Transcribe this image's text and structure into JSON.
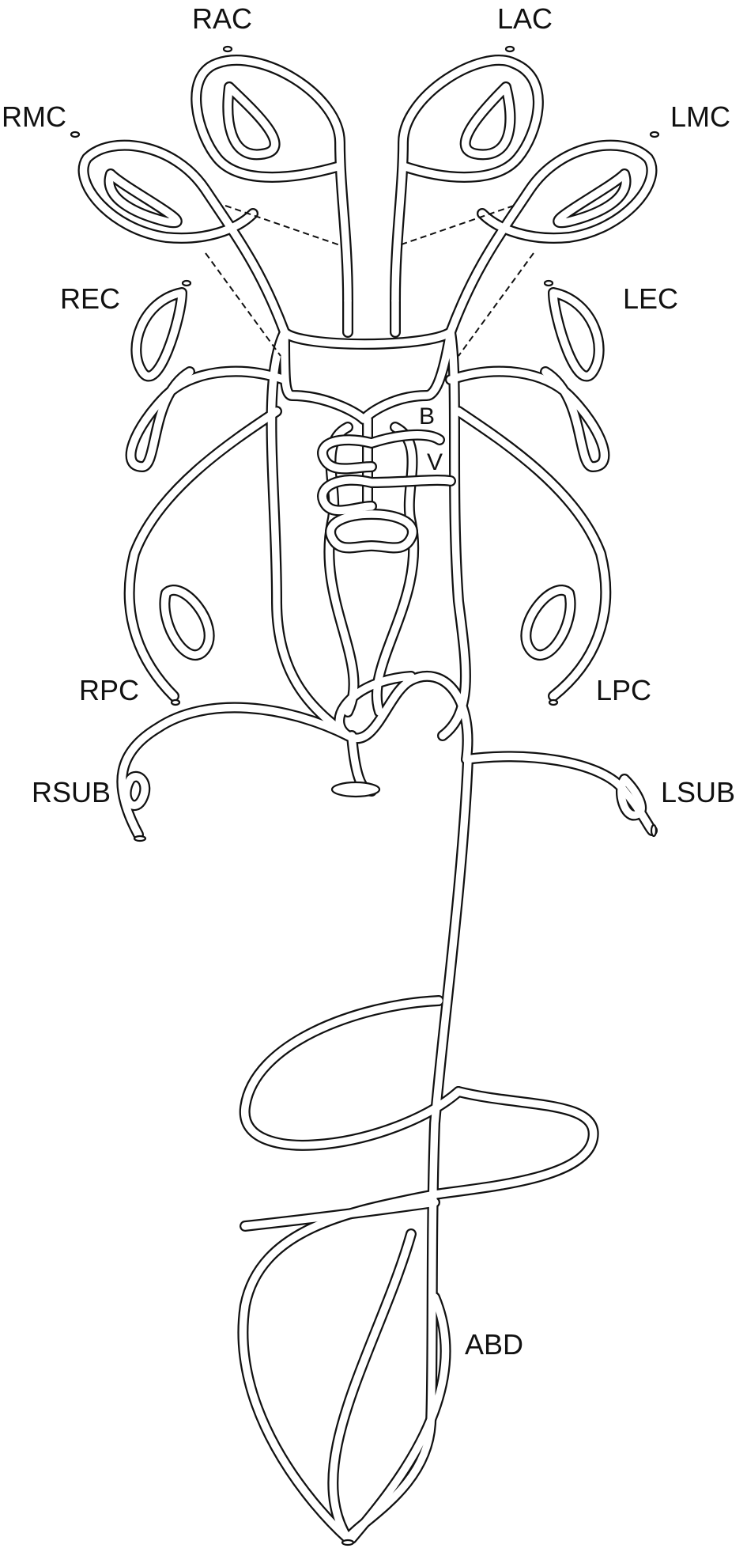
{
  "diagram": {
    "labels": {
      "rac": "RAC",
      "lac": "LAC",
      "rmc": "RMC",
      "lmc": "LMC",
      "rec": "REC",
      "lec": "LEC",
      "b": "B",
      "v": "V",
      "rpc": "RPC",
      "lpc": "LPC",
      "rsub": "RSUB",
      "lsub": "LSUB",
      "abd": "ABD"
    },
    "colors": {
      "vessel_outline": "#111111",
      "vessel_lumen": "#ffffff",
      "background": "#ffffff"
    }
  }
}
